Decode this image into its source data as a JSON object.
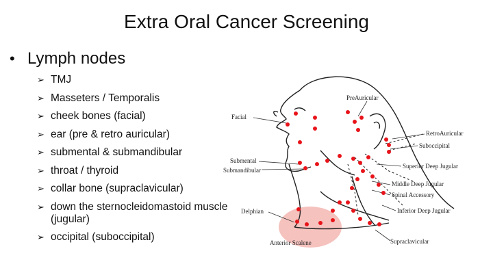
{
  "slide": {
    "title": "Extra Oral Cancer Screening",
    "bullet": "Lymph nodes",
    "items": [
      "TMJ",
      "Masseters / Temporalis",
      "cheek bones (facial)",
      "ear (pre & retro auricular)",
      "submental & submandibular",
      "throat / thyroid",
      "collar bone (supraclavicular)",
      "down the sternocleidomastoid muscle (jugular)",
      "occipital (suboccipital)"
    ]
  },
  "diagram": {
    "labels": {
      "facial": "Facial",
      "preauricular": "PreAuricular",
      "retroauricular": "RetroAuricular",
      "suboccipital": "Suboccipital",
      "submental": "Submental",
      "submandibular": "Submandibular",
      "superior_deep_jugular": "Superior Deep Jugular",
      "middle_deep_jugular": "Middle Deep Jugular",
      "spinal_accessory": "Spinal Accessory",
      "inferior_deep_jugular": "Inferior Deep Jugular",
      "delphian": "Delphian",
      "anterior_scalene": "Anterior Scalene",
      "supraclavicular": "Supraclavicular"
    },
    "node_color": "#e8141a",
    "highlight_color": "#f2b3ae"
  }
}
